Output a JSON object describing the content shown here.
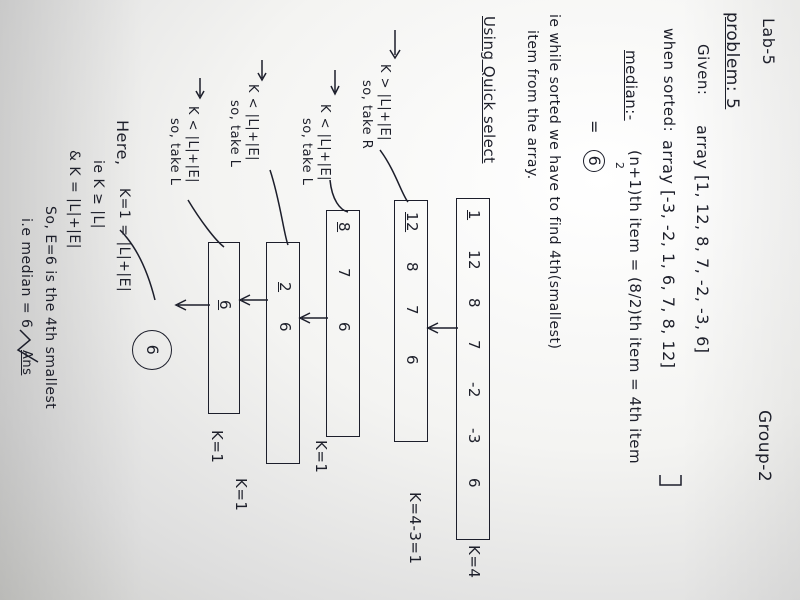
{
  "header": {
    "lab": "Lab-5",
    "group": "Group-2",
    "problem": "problem: 5"
  },
  "given": {
    "label": "Given:",
    "array_text": "array [1, 12, 8, 7, -2, -3, 6]"
  },
  "sorted": {
    "label": "when sorted:",
    "array_text": "array [-3, -2, 1, 6, 7, 8, 12]"
  },
  "median": {
    "label": "median:-",
    "formula": "(n+1)th item = (8/2)th item = 4th item",
    "denominator": "2",
    "result": "6"
  },
  "explanation": {
    "line1": "ie while sorted we have to find 4th(smallest)",
    "line2": "item from the array."
  },
  "method": "Using Quick select",
  "rows": [
    {
      "cells": [
        "1",
        "12",
        "8",
        "7",
        "-2",
        "-3",
        "6"
      ],
      "k_label": "K=4"
    },
    {
      "cells": [
        "12",
        "8",
        "7",
        "6"
      ],
      "k_label": "K=4-3=1"
    },
    {
      "cells": [
        "8",
        "7",
        "6"
      ],
      "k_label": "K=1"
    },
    {
      "cells": [
        "2",
        "6"
      ],
      "k_label": "K=1"
    },
    {
      "cells": [
        "6"
      ],
      "k_label": "K=1"
    }
  ],
  "final_circle": "6",
  "left_notes": [
    {
      "line1": "K > |L|+|E|",
      "line2": "so, take R"
    },
    {
      "line1": "K < |L|+|E|",
      "line2": "so, take L"
    },
    {
      "line1": "K < |L|+|E|",
      "line2": "so, take L"
    },
    {
      "line1": "K < |L|+|E|",
      "line2": "so, take L"
    }
  ],
  "conclusion": {
    "here": "Here,",
    "k_eq": "K=1 = |L|+|E|",
    "ie": "ie K ≥ |L|",
    "and": "& K = |L|+|E|",
    "so": "So, E=6 is the 4th smallest",
    "median_line": "i.e median = 6",
    "ans": "Ans"
  }
}
